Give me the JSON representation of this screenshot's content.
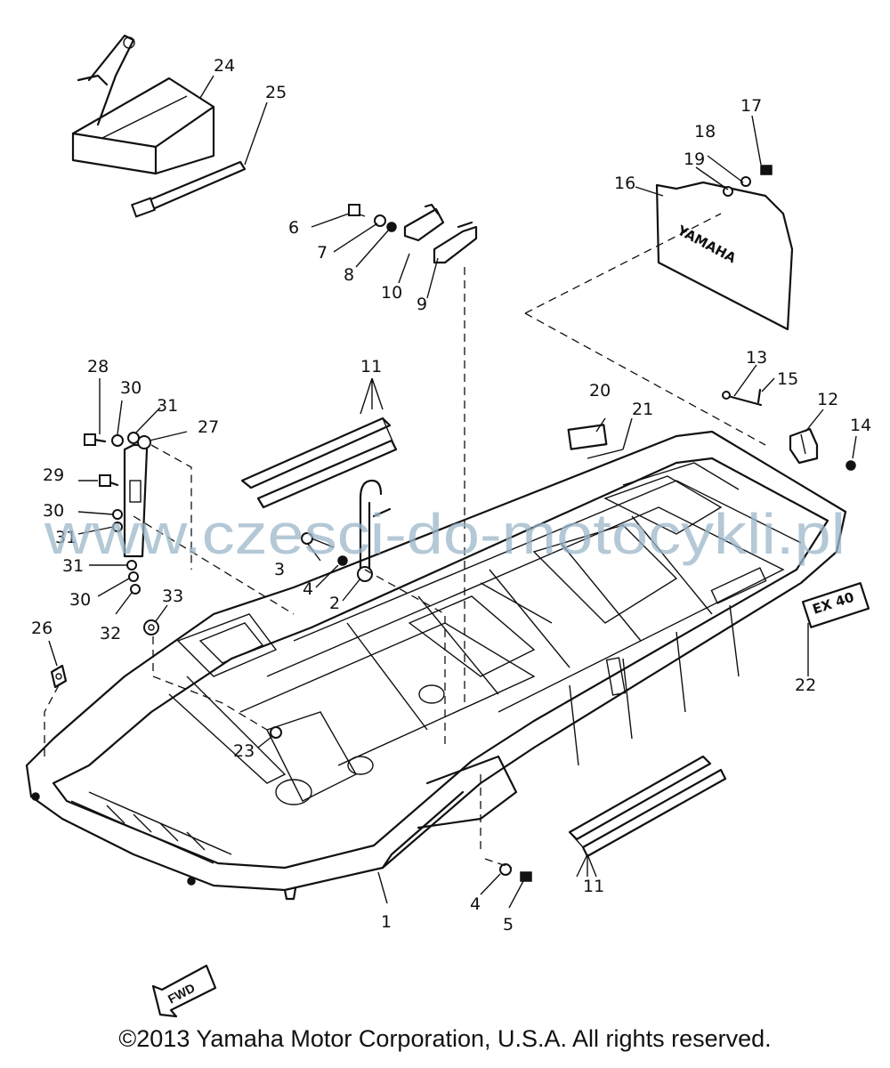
{
  "diagram": {
    "part_labels": [
      "1",
      "2",
      "3",
      "4",
      "4",
      "5",
      "6",
      "7",
      "8",
      "9",
      "10",
      "11",
      "11",
      "12",
      "13",
      "14",
      "15",
      "16",
      "17",
      "18",
      "19",
      "20",
      "21",
      "22",
      "23",
      "24",
      "25",
      "26",
      "27",
      "28",
      "29",
      "30",
      "30",
      "31",
      "31",
      "31",
      "32",
      "33"
    ],
    "plate_text": "YAMAHA",
    "badge_text": "EX 40",
    "arrow_text": "FWD"
  },
  "watermark": "www.czesci-do-motocykli.pl",
  "copyright": "©2013 Yamaha Motor Corporation, U.S.A. All rights reserved.",
  "colors": {
    "line": "#111111",
    "background": "#ffffff",
    "watermark": "#9bb5c8"
  }
}
